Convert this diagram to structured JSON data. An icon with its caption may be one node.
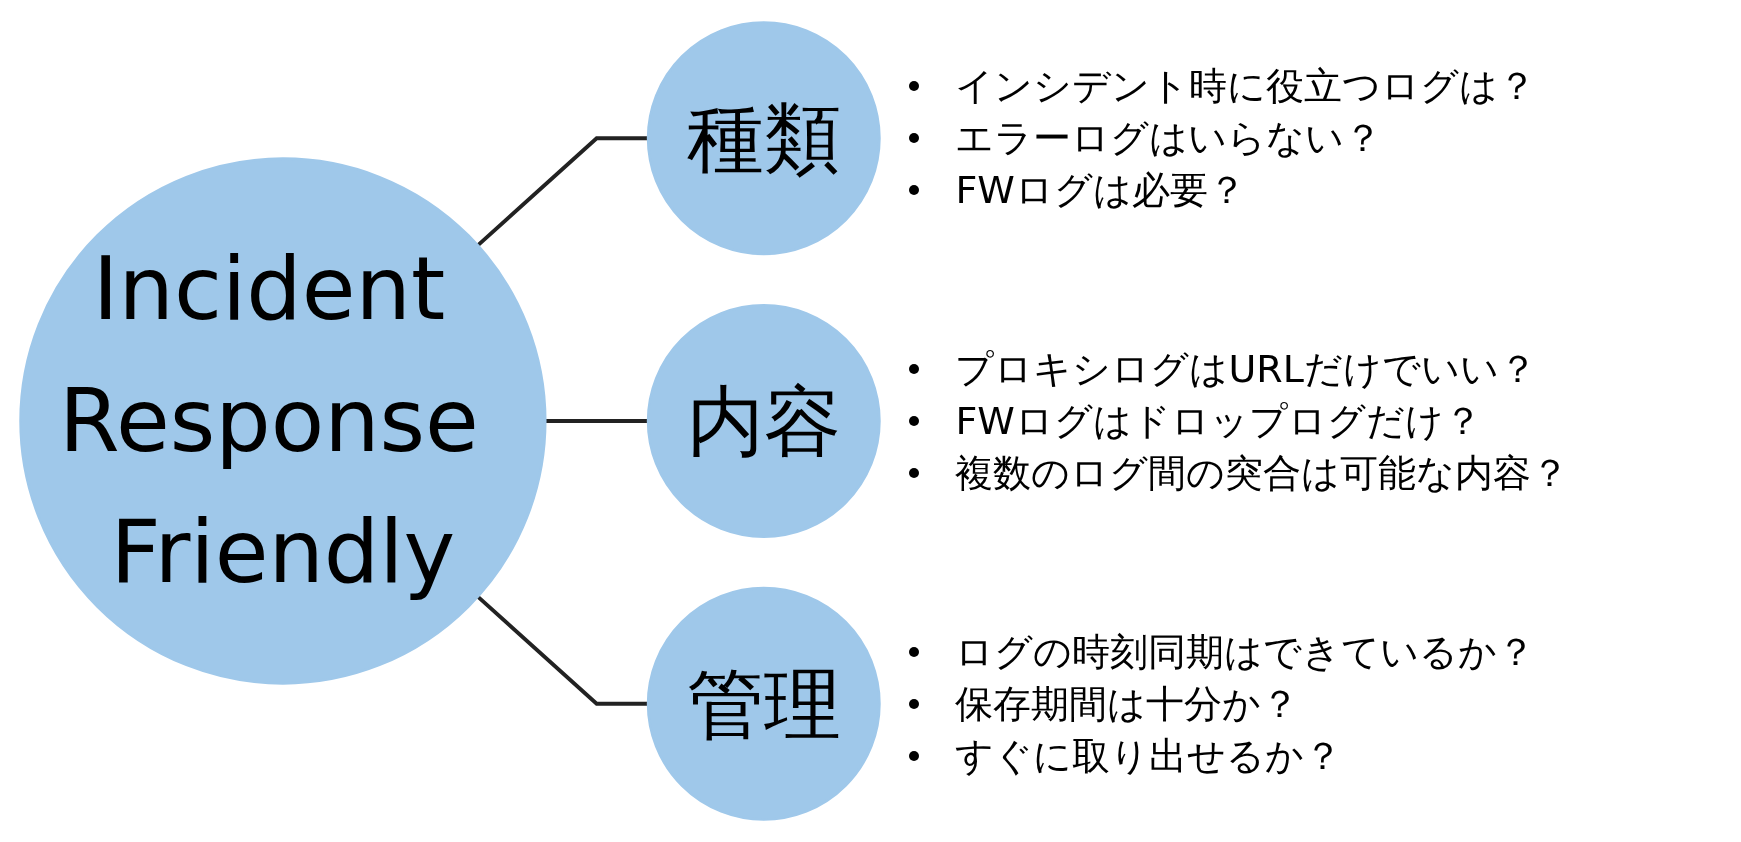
{
  "diagram": {
    "nodes": [
      {
        "text": [
          "Incident Response Friendly"
        ]
      },
      {
        "text": [
          "種類"
        ],
        "beside": [
          "インシデント時に役立つログは？",
          "エラーログはいらない？",
          "FWログは必要？"
        ]
      },
      {
        "text": [
          "内容"
        ],
        "beside": [
          "プロキシログはURLだけでいい？",
          "FWログはドロップログだけ？",
          "複数のログ間の突合は可能な内容？"
        ]
      },
      {
        "text": [
          "管理"
        ],
        "beside": [
          "ログの時刻同期はできているか？",
          "保存期間は十分か？",
          "すぐに取り出せるか？"
        ]
      }
    ],
    "edges": [
      {
        "from": 0,
        "to": 1,
        "arrow": "none"
      },
      {
        "from": 0,
        "to": 2,
        "arrow": "none"
      },
      {
        "from": 0,
        "to": 3,
        "arrow": "none"
      }
    ]
  }
}
